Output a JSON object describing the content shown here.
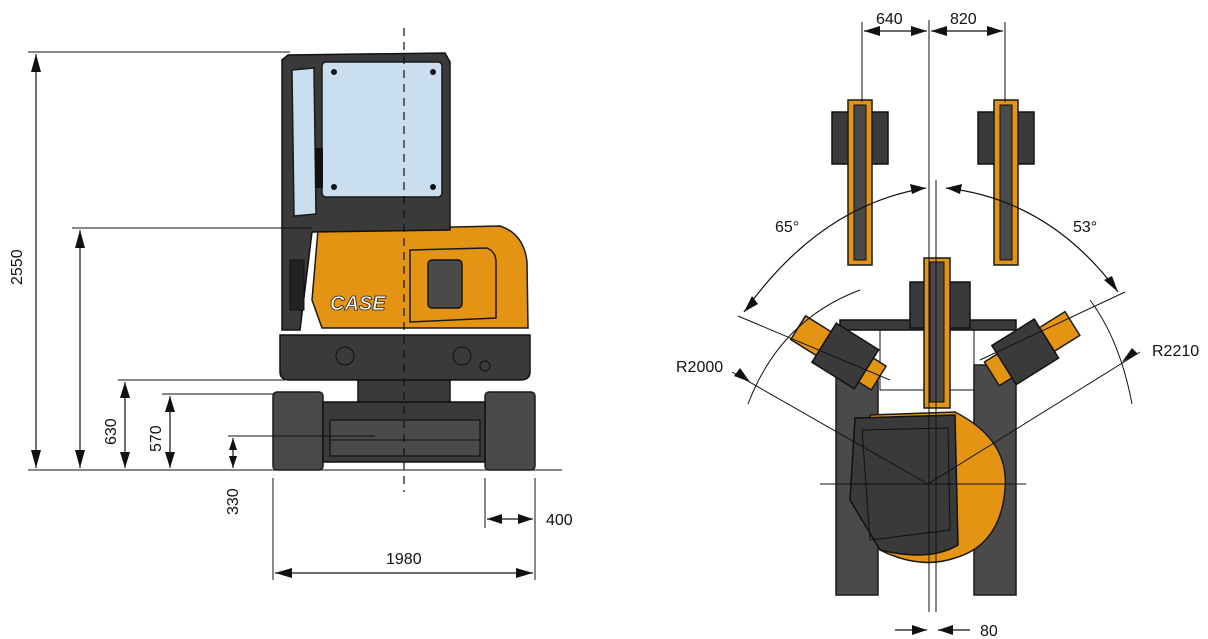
{
  "colors": {
    "body_orange": "#e39412",
    "machine_grey": "#4a4a4a",
    "glass_blue": "#c9dff0",
    "line": "#111111"
  },
  "rear_view": {
    "brand_logo": "CASE",
    "dimensions": {
      "overall_height": "2550",
      "counterweight_top": "",
      "counterweight_clearance": "630",
      "ground_clearance_frame": "570",
      "ground_clearance_undercarriage": "330",
      "track_width": "400",
      "overall_width": "1980"
    }
  },
  "top_view": {
    "dimensions": {
      "offset_left": "640",
      "offset_right": "820",
      "swing_angle_left": "65°",
      "swing_angle_right": "53°",
      "radius_front": "R2000",
      "radius_rear": "R2210",
      "boom_offset": "80"
    }
  }
}
